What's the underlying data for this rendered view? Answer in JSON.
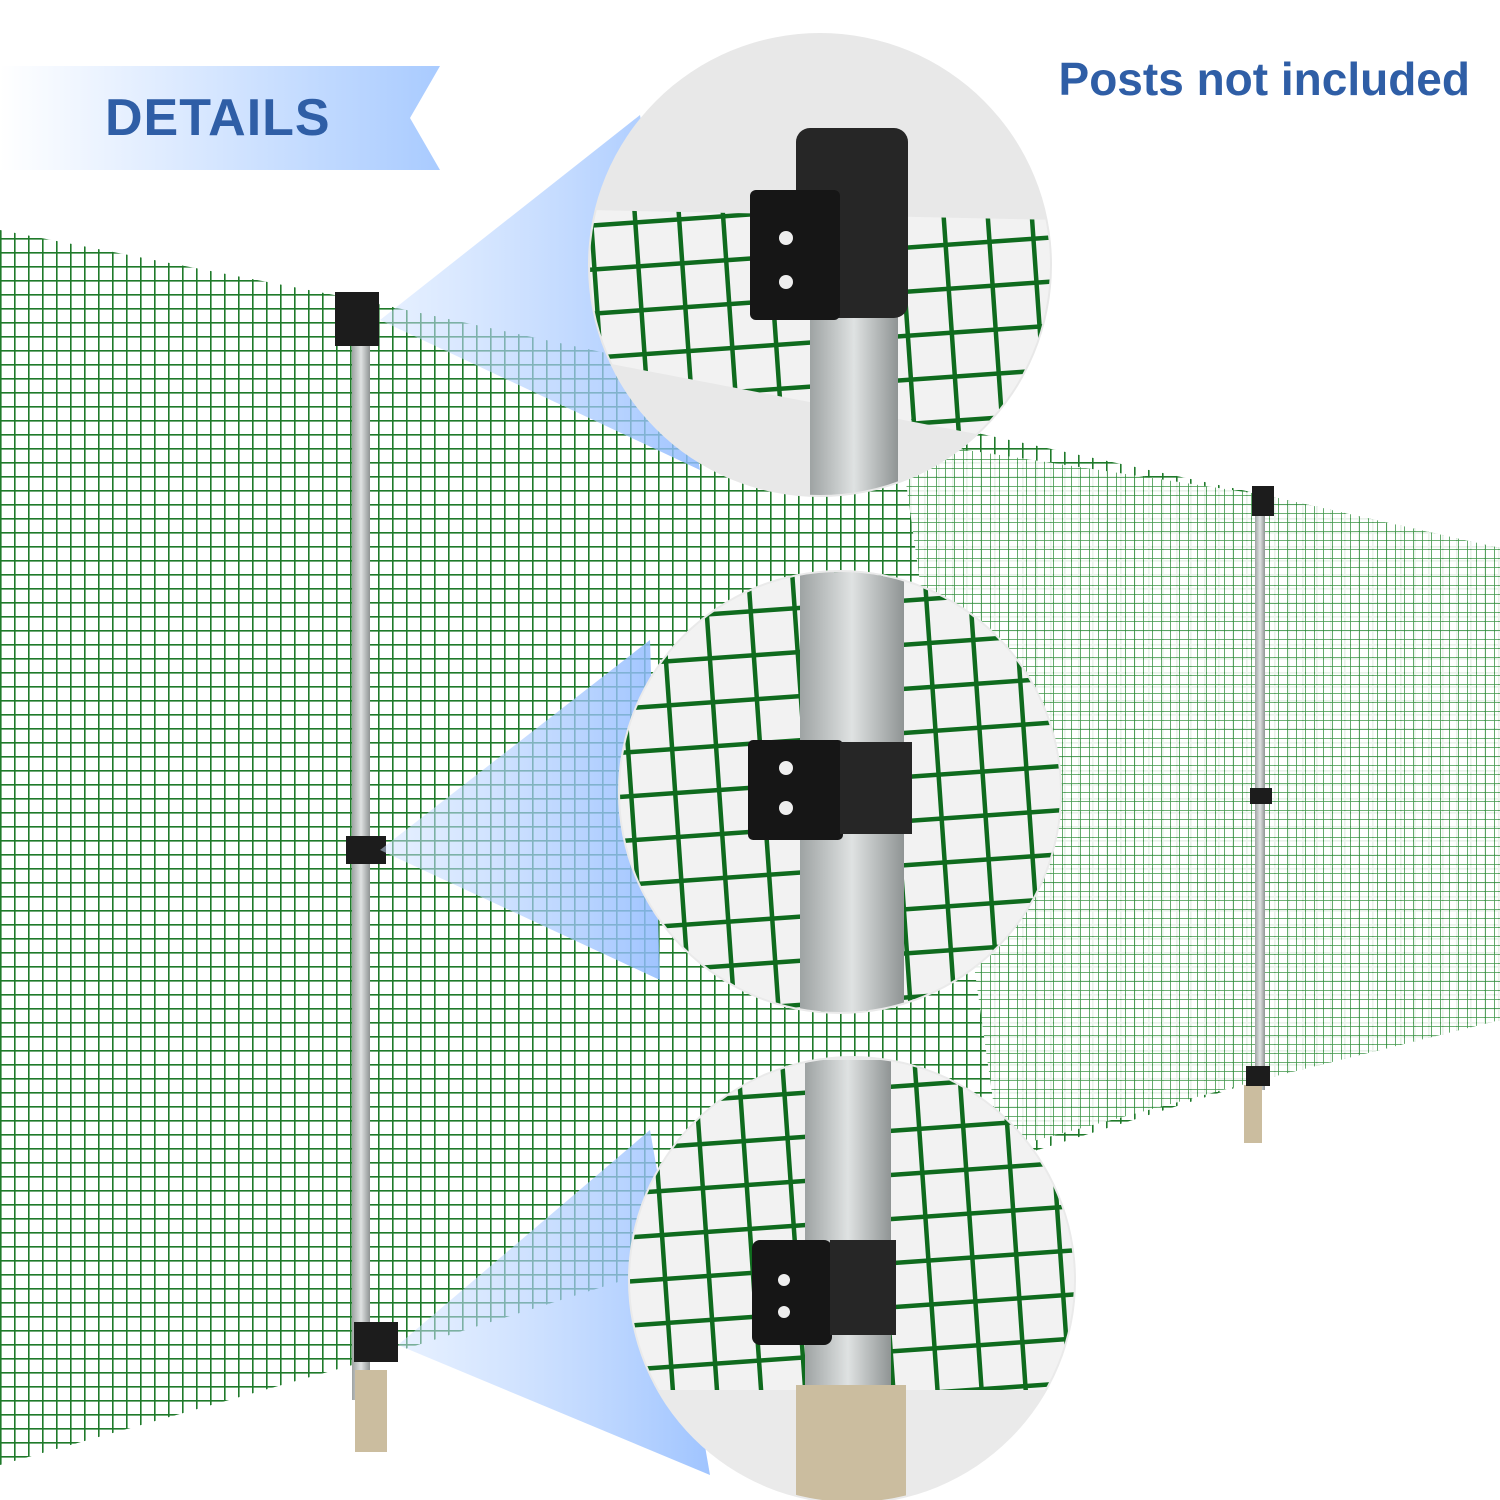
{
  "banner": {
    "label": "DETAILS"
  },
  "note": {
    "label": "Posts not included"
  },
  "colors": {
    "mesh": "#1f7a2a",
    "accent_text": "#2f5ea6",
    "banner_end": "#a9cbff",
    "post": "#b8bcbc",
    "clip": "#1c1c1c",
    "stake": "#cbbd9f"
  },
  "icons": [
    "fence-mesh",
    "post",
    "bracket-clip",
    "zoom-circle"
  ]
}
